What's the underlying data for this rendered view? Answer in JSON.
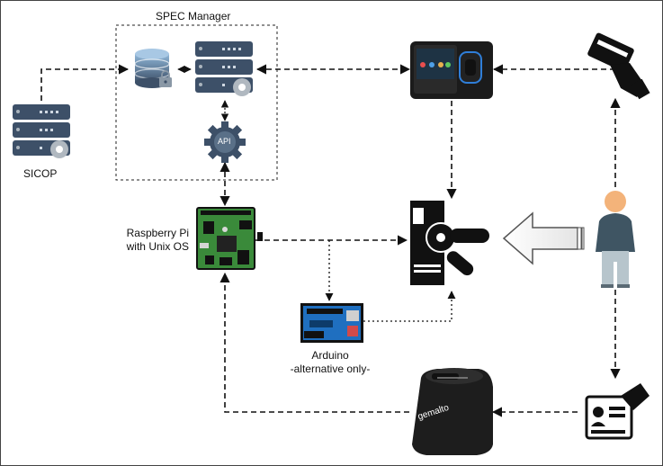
{
  "diagram": {
    "group_title": "SPEC Manager",
    "nodes": {
      "sicop": {
        "label": "SICOP",
        "icon": "server-gear-icon"
      },
      "database": {
        "icon": "database-lock-icon"
      },
      "spec_server": {
        "icon": "server-gear-icon"
      },
      "api": {
        "label": "API",
        "icon": "api-gear-icon"
      },
      "raspberry": {
        "label_line1": "Raspberry Pi",
        "label_line2": "with Unix OS",
        "icon": "raspberry-pi-board-icon"
      },
      "arduino": {
        "label_line1": "Arduino",
        "label_line2": "-alternative only-",
        "icon": "arduino-board-icon"
      },
      "access_terminal": {
        "icon": "access-control-terminal-icon"
      },
      "turnstile": {
        "icon": "turnstile-icon"
      },
      "card_swipe": {
        "icon": "card-swipe-hand-icon"
      },
      "person": {
        "icon": "person-icon"
      },
      "id_card": {
        "icon": "id-card-hand-icon"
      },
      "doc_reader": {
        "brand": "gemalto",
        "icon": "document-scanner-icon"
      }
    },
    "colors": {
      "server": "#3d5068",
      "board_green": "#3a8a3a",
      "arduino_blue": "#1f6fc0",
      "person_shirt": "#3f5563",
      "person_skin": "#f3b37a",
      "person_pants": "#b7c5cc",
      "arrow_outline": "#555555"
    }
  }
}
